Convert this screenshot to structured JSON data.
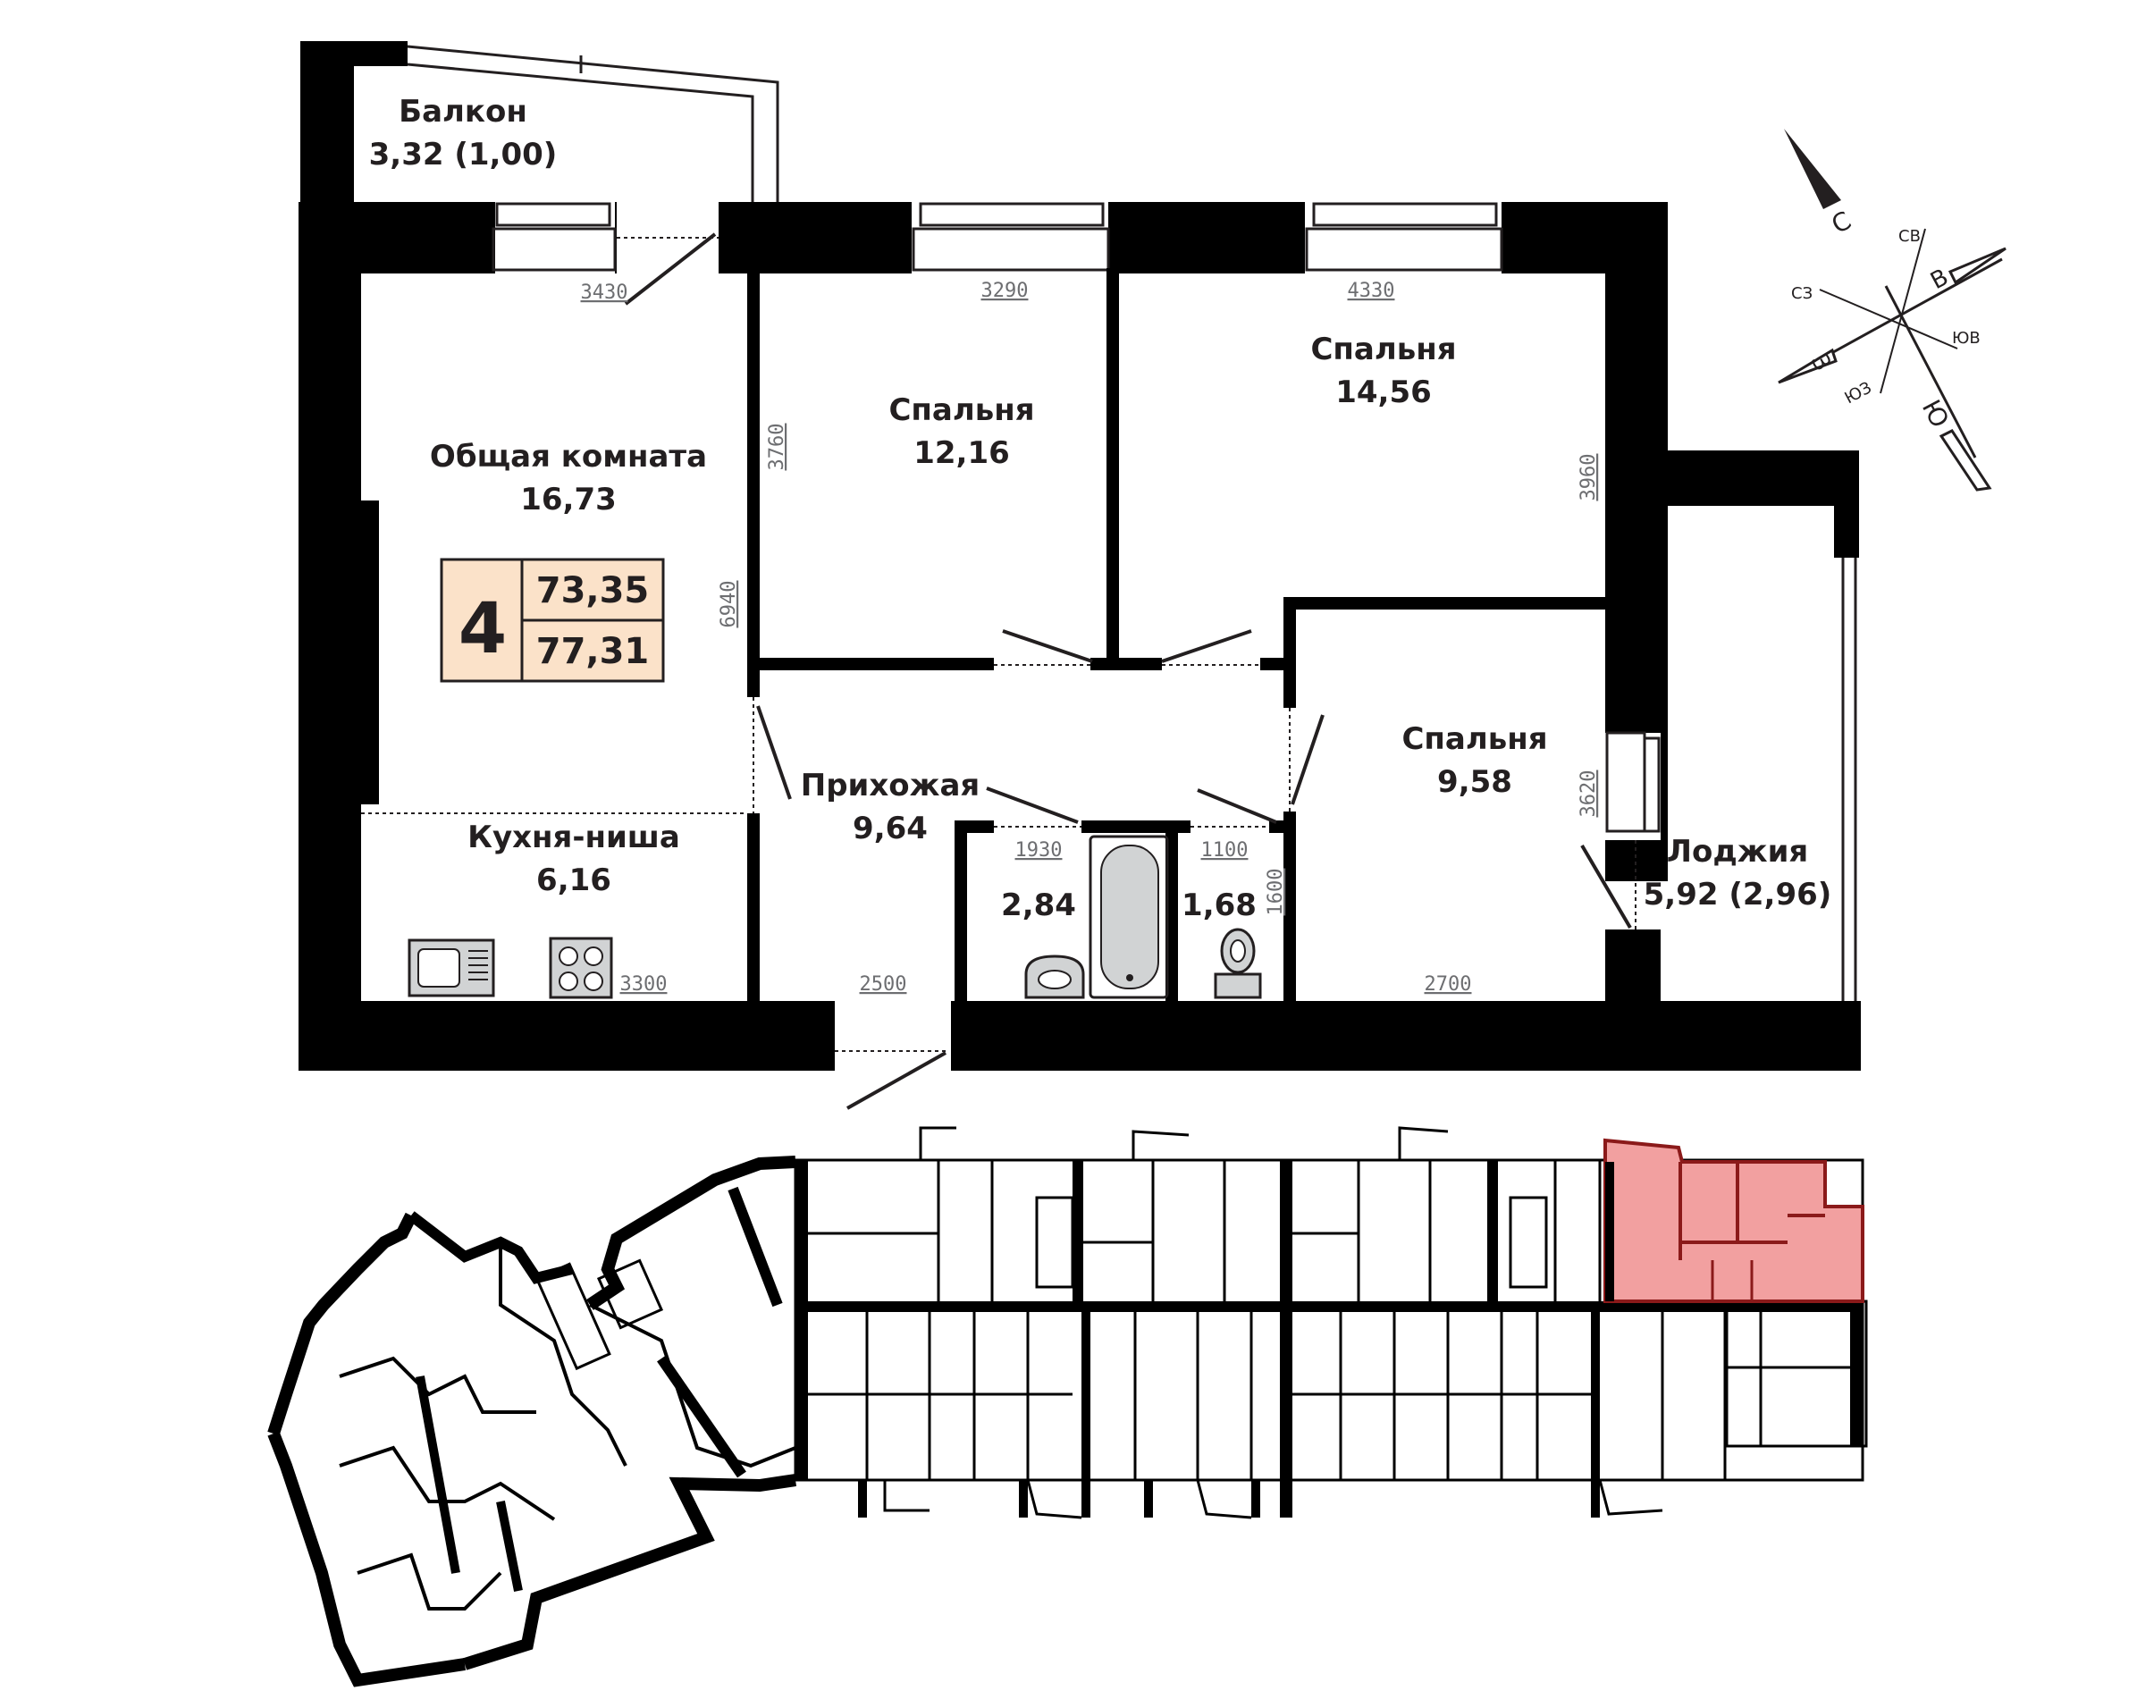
{
  "apartment": {
    "rooms_count": "4",
    "area_living": "73,35",
    "area_total": "77,31",
    "badge_color": "#fbe2c9",
    "highlight_color": "#f2a0a0",
    "highlight_border": "#8b1a1a"
  },
  "rooms": {
    "balcony": {
      "name": "Балкон",
      "area": "3,32 (1,00)"
    },
    "living": {
      "name": "Общая комната",
      "area": "16,73"
    },
    "kitchen": {
      "name": "Кухня-ниша",
      "area": "6,16"
    },
    "bedroom1": {
      "name": "Спальня",
      "area": "12,16"
    },
    "bedroom2": {
      "name": "Спальня",
      "area": "14,56"
    },
    "bedroom3": {
      "name": "Спальня",
      "area": "9,58"
    },
    "hall": {
      "name": "Прихожая",
      "area": "9,64"
    },
    "bath": {
      "area": "2,84"
    },
    "wc": {
      "area": "1,68"
    },
    "loggia": {
      "name": "Лоджия",
      "area": "5,92 (2,96)"
    }
  },
  "dimensions": {
    "d3430": "3430",
    "d3290": "3290",
    "d4330": "4330",
    "d3760": "3760",
    "d6940": "6940",
    "d3960": "3960",
    "d3620": "3620",
    "d1930": "1930",
    "d1100": "1100",
    "d1600": "1600",
    "d3300": "3300",
    "d2500": "2500",
    "d2700": "2700"
  },
  "compass": {
    "n": "С",
    "ne": "СВ",
    "e": "В",
    "se": "ЮВ",
    "s": "Ю",
    "sw": "ЮЗ",
    "w": "З",
    "nw": "СЗ"
  }
}
